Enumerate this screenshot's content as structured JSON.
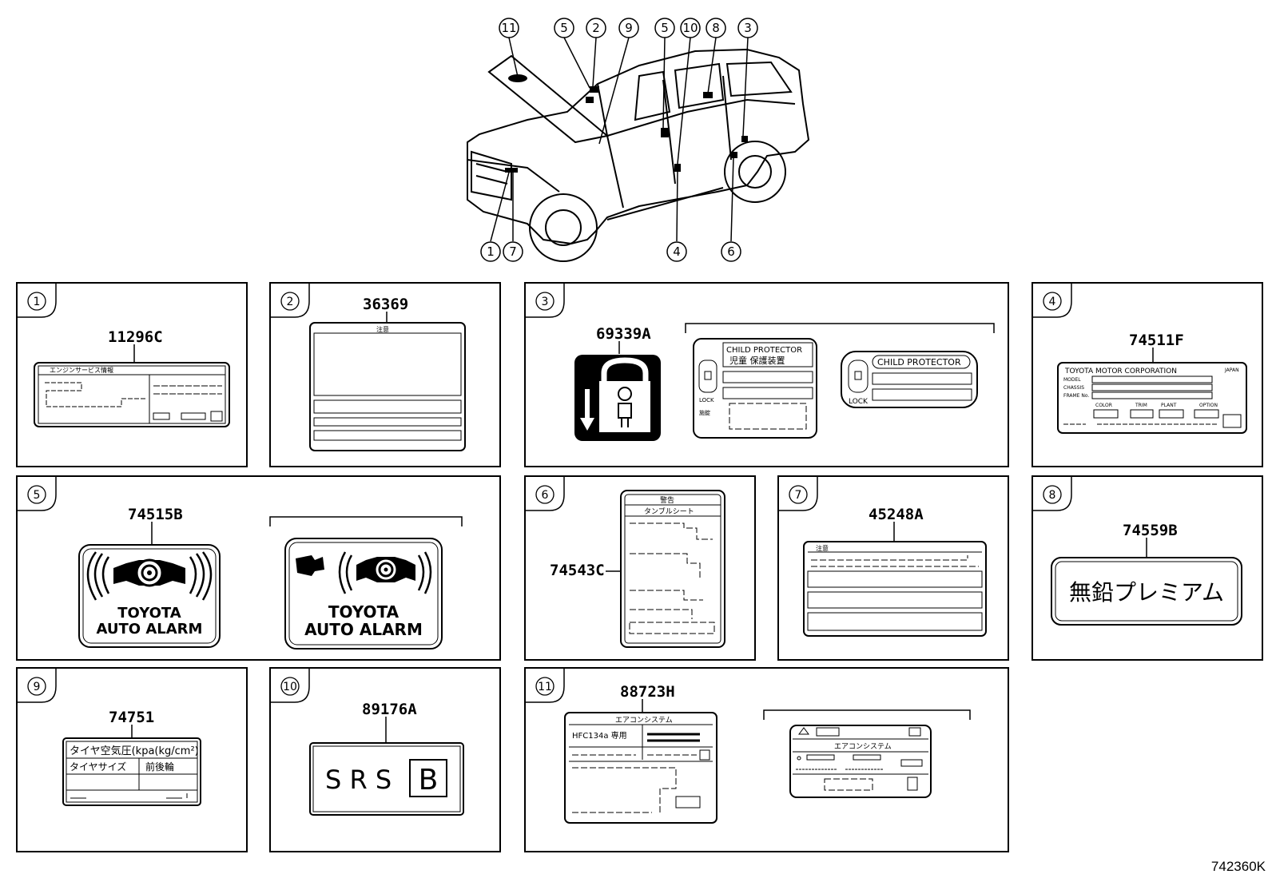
{
  "callouts": {
    "top": [
      "11",
      "5",
      "2",
      "9",
      "5",
      "10",
      "8",
      "3"
    ],
    "bottom": [
      "1",
      "7",
      "4",
      "6"
    ]
  },
  "panels": [
    {
      "num": "1",
      "part": "11296C",
      "text": [
        "エンジンサービス情報"
      ]
    },
    {
      "num": "2",
      "part": "36369",
      "text": [
        "注意"
      ]
    },
    {
      "num": "3",
      "part": "69339A",
      "text": [
        "CHILD PROTECTOR",
        "児童 保護装置",
        "LOCK",
        "施錠",
        "CHILD PROTECTOR",
        "LOCK"
      ]
    },
    {
      "num": "4",
      "part": "74511F",
      "text": [
        "TOYOTA MOTOR CORPORATION",
        "JAPAN",
        "MODEL",
        "CHASSIS",
        "FRAME No.",
        "COLOR",
        "TRIM",
        "PLANT",
        "OPTION"
      ]
    },
    {
      "num": "5",
      "part": "74515B",
      "text": [
        "TOYOTA",
        "AUTO ALARM",
        "TOYOTA",
        "AUTO ALARM"
      ]
    },
    {
      "num": "6",
      "part": "74543C",
      "text": [
        "警告",
        "タンブルシート"
      ]
    },
    {
      "num": "7",
      "part": "45248A",
      "text": [
        "注意"
      ]
    },
    {
      "num": "8",
      "part": "74559B",
      "text": [
        "無鉛プレミアム"
      ]
    },
    {
      "num": "9",
      "part": "74751",
      "text": [
        "タイヤ空気圧(kpa(kg/cm²))",
        "タイヤサイズ",
        "前後輪"
      ]
    },
    {
      "num": "10",
      "part": "89176A",
      "text": [
        "S R S",
        "B"
      ]
    },
    {
      "num": "11",
      "part": "88723H",
      "text": [
        "エアコンシステム",
        "HFC134a 専用",
        "エアコンシステム"
      ]
    }
  ],
  "drawing_code": "742360K"
}
